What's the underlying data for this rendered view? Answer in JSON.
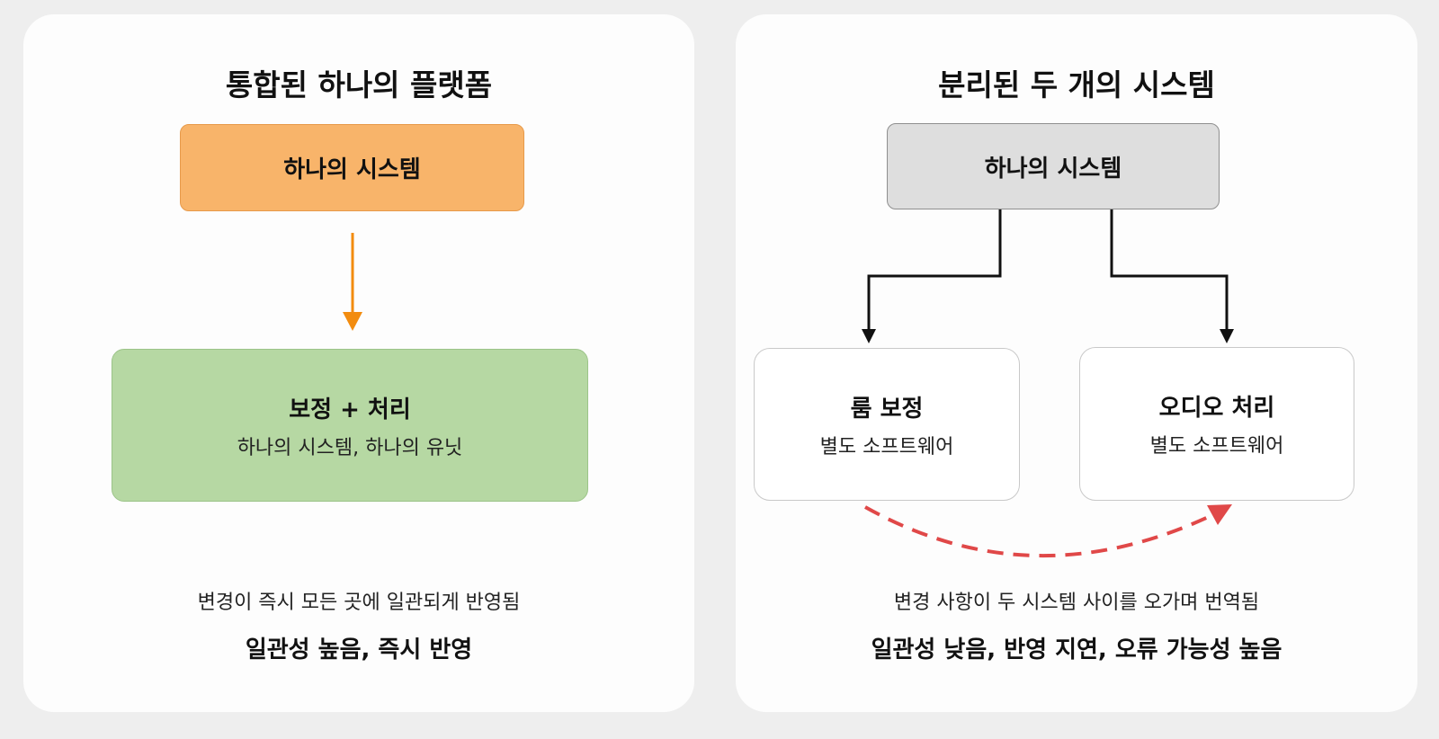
{
  "left": {
    "title": "통합된 하나의 플랫폼",
    "system_box": {
      "label": "하나의 시스템",
      "color": "#f8b46a"
    },
    "combined_box": {
      "title": "보정 + 처리",
      "subtitle": "하나의 시스템, 하나의 유닛",
      "color": "#b6d8a3"
    },
    "arrow_color": "#f28c0f",
    "caption": "변경이 즉시 모든 곳에 일관되게 반영됨",
    "summary": "일관성 높음, 즉시 반영"
  },
  "right": {
    "title": "분리된 두 개의 시스템",
    "system_box": {
      "label": "하나의 시스템",
      "color": "#dedede"
    },
    "room_box": {
      "title": "룸 보정",
      "subtitle": "별도 소프트웨어"
    },
    "audio_box": {
      "title": "오디오 처리",
      "subtitle": "별도 소프트웨어"
    },
    "dashed_arrow_color": "#e04848",
    "caption": "변경 사항이 두 시스템 사이를 오가며 번역됨",
    "summary": "일관성 낮음, 반영 지연, 오류 가능성 높음"
  }
}
